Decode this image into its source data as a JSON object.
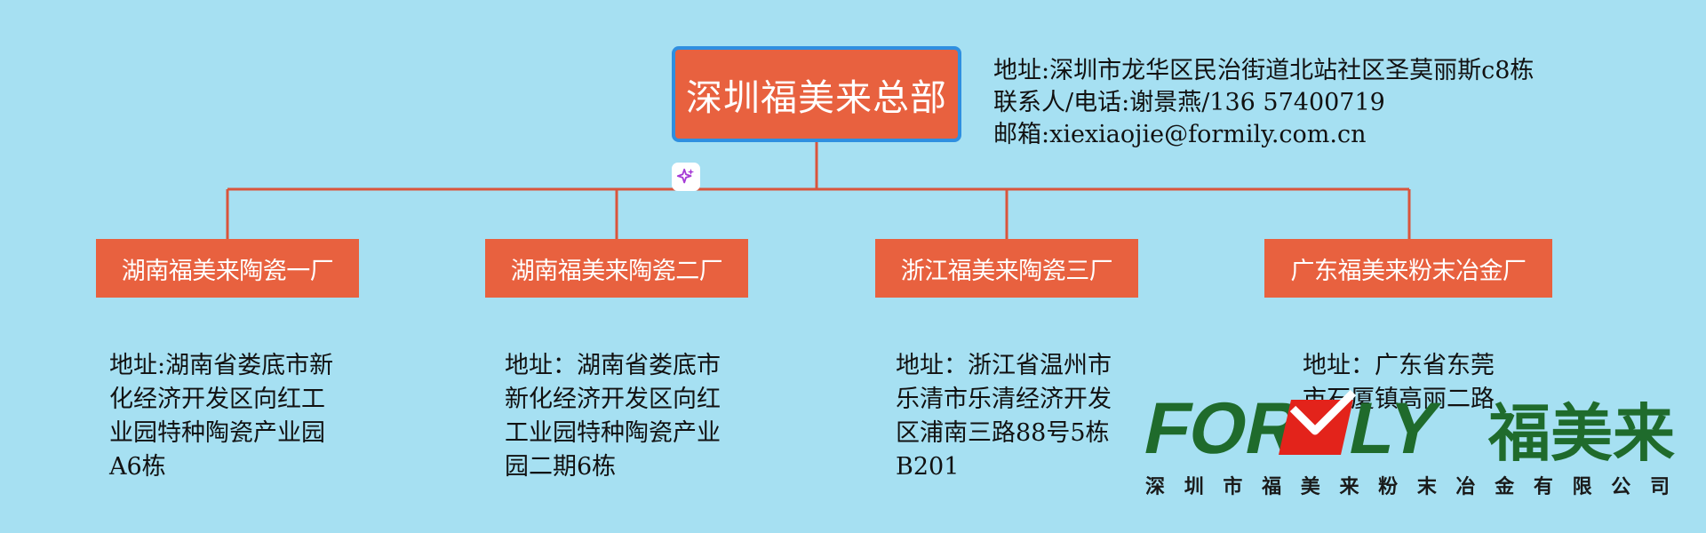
{
  "headquarters": {
    "name": "深圳福美来总部",
    "address_line": "地址:深圳市龙华区民治街道北站社区圣莫丽斯c8栋",
    "contact_line": "联系人/电话:谢景燕/136 57400719",
    "email_line": "邮箱:xiexiaojie@formily.com.cn"
  },
  "branches": [
    {
      "name": "湖南福美来陶瓷一厂",
      "address": "地址:湖南省娄底市新化经济开发区向红工业园特种陶瓷产业园A6栋"
    },
    {
      "name": "湖南福美来陶瓷二厂",
      "address": "地址：湖南省娄底市新化经济开发区向红工业园特种陶瓷产业园二期6栋"
    },
    {
      "name": "浙江福美来陶瓷三厂",
      "address": "地址：浙江省温州市乐清市乐清经济开发区浦南三路88号5栋B201"
    },
    {
      "name": "广东福美来粉末冶金厂",
      "address": "地址：广东省东莞市石厦镇高丽二路"
    }
  ],
  "logo": {
    "text_left": "FOR",
    "text_right": "ILY",
    "chinese": "福美来",
    "company": "深圳市福美来粉末冶金有限公司"
  },
  "icons": {
    "sparkle": "sparkle-icon",
    "logo_mark": "check-envelope-icon"
  },
  "colors": {
    "background": "#a6e0f2",
    "box": "#e8613f",
    "hq_border": "#2f8fe0",
    "line": "#d9553c",
    "logo_green": "#1f6b2c",
    "logo_red": "#e3231b",
    "sparkle": "#a53bd6"
  }
}
